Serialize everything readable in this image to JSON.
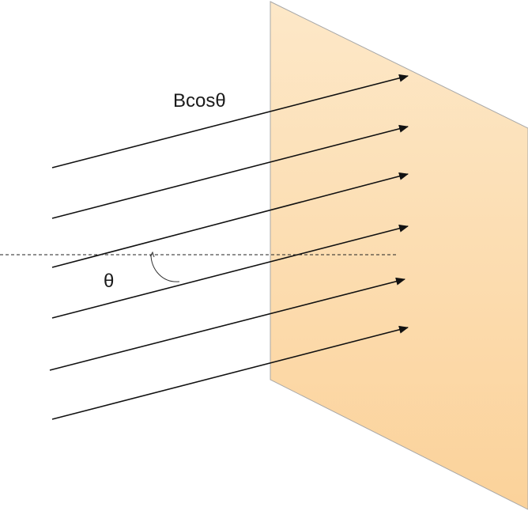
{
  "labels": {
    "field_component": "Bcosθ",
    "angle": "θ"
  },
  "colors": {
    "plane_top": "#fde8c8",
    "plane_bottom": "#fbd29a",
    "plane_edge": "#a8a8a8",
    "arrow": "#111111",
    "normal_line": "#222222"
  },
  "field_lines": {
    "count": 6
  }
}
